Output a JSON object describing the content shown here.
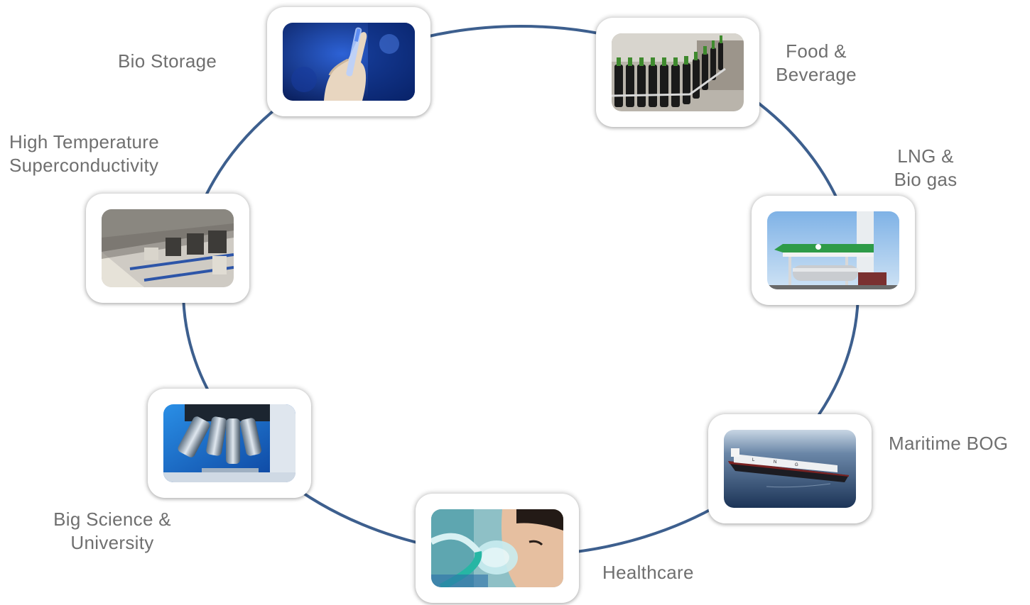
{
  "diagram": {
    "ring_color": "#3d5f8e",
    "items": [
      {
        "id": "bio-storage",
        "lines": [
          "Bio Storage"
        ],
        "image": "gloved-hand-holding-vial"
      },
      {
        "id": "food-beverage",
        "lines": [
          "Food &",
          "Beverage"
        ],
        "image": "wine-bottles-on-conveyor"
      },
      {
        "id": "lng-biogas",
        "lines": [
          "LNG &",
          "Bio gas"
        ],
        "image": "lng-fuel-station"
      },
      {
        "id": "maritime-bog",
        "lines": [
          "Maritime BOG"
        ],
        "image": "lng-carrier-ship"
      },
      {
        "id": "healthcare",
        "lines": [
          "Healthcare"
        ],
        "image": "child-with-oxygen-mask"
      },
      {
        "id": "big-science",
        "lines": [
          "Big Science &",
          "University"
        ],
        "image": "microscope-objectives"
      },
      {
        "id": "hts",
        "lines": [
          "High Temperature",
          "Superconductivity"
        ],
        "image": "industrial-production-line"
      }
    ]
  }
}
